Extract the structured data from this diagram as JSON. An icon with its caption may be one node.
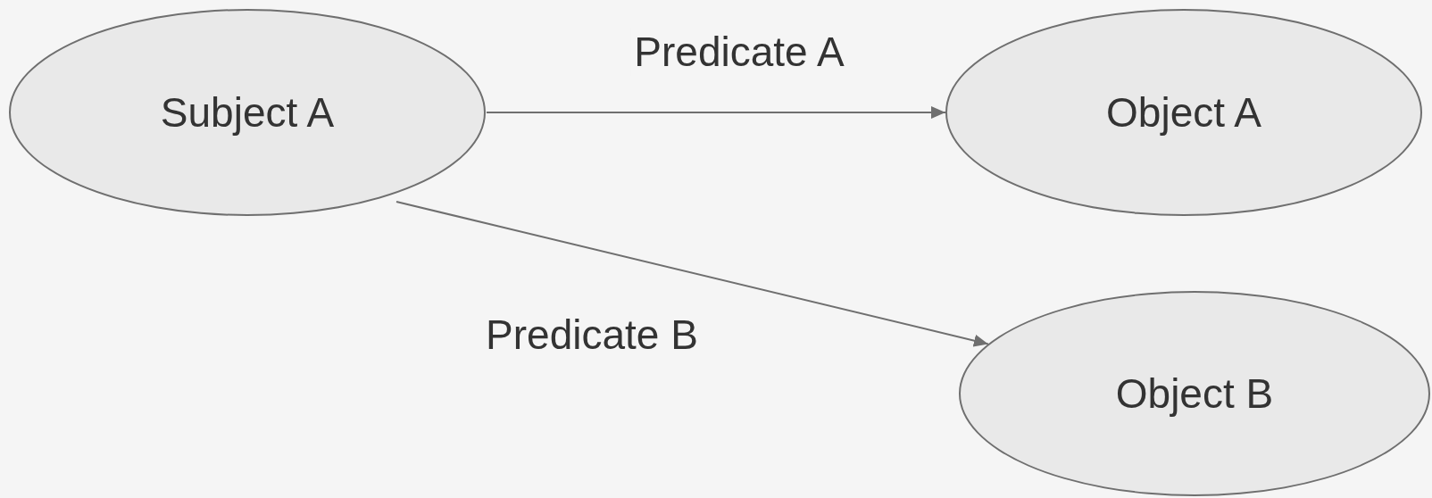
{
  "diagram": {
    "nodes": [
      {
        "text": [
          "Subject A"
        ]
      },
      {
        "text": [
          "Object A"
        ]
      },
      {
        "text": [
          "Object B"
        ]
      }
    ],
    "edges": [
      {
        "from": 0,
        "to": 1,
        "arrow": "to",
        "label": "Predicate A"
      },
      {
        "from": 0,
        "to": 2,
        "arrow": "to",
        "label": "Predicate B"
      }
    ]
  }
}
